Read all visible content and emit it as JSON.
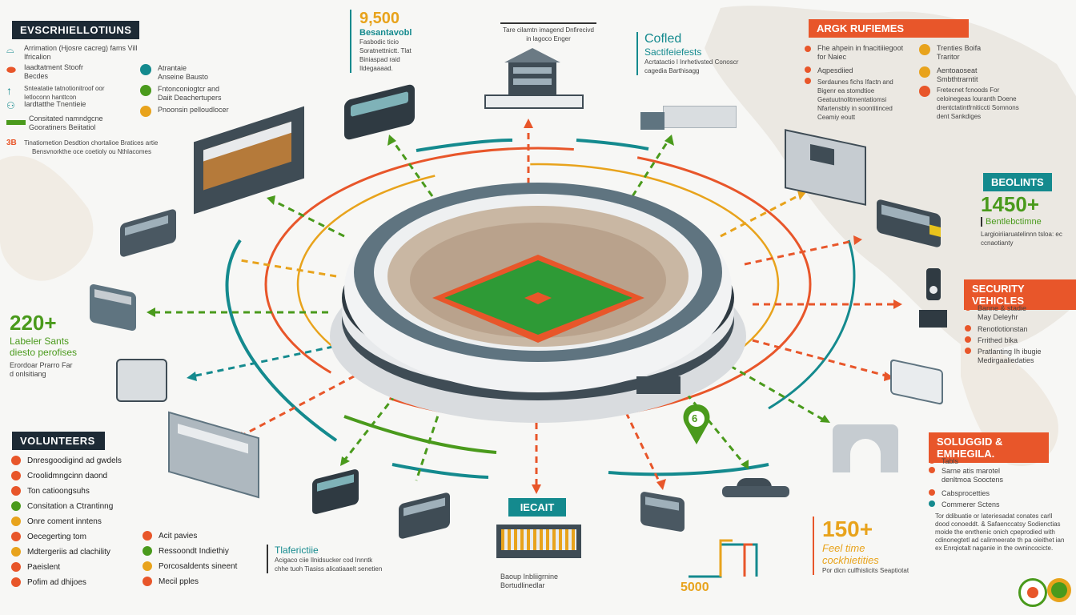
{
  "top_left": {
    "header": "EVSCRHIELLOTIUNS",
    "items": [
      {
        "icon": "bus-icon",
        "color": "#148a8e",
        "text": "Arrimation (Hjosre cacreg) fams Vill Ifricalion"
      },
      {
        "icon": "vehicle-icon",
        "color": "#e8562a",
        "text": "Iaadtatment Stoofr Becdes"
      },
      {
        "icon": "arrow-up-icon",
        "color": "#148a8e",
        "text": "Snteatatie tatnotionitroof oor Ietloconn hanttcon"
      },
      {
        "icon": "people-icon",
        "color": "#148a8e",
        "text": "Iardtatthe Tnentieie"
      },
      {
        "icon": "line-icon",
        "color": "#4a9a1c",
        "text": "Consitated namndgcne Gooratiners Beiitatiol"
      },
      {
        "icon": "flag-icon",
        "color": "#e8562a",
        "text": "Tinatiometion Desdtion chortalioe Bratices artie"
      }
    ],
    "extra": "Bensvnorkthe oce coetioly ou Nthlacomes"
  },
  "top_left_mid": [
    {
      "icon": "arrow-icon",
      "color": "#148a8e",
      "text": "Atrantaie Anseine Bausto"
    },
    {
      "icon": "check-icon",
      "color": "#4a9a1c",
      "text": "Fntonconiogtcr and Daiit Deachertupers"
    },
    {
      "icon": "dollar-icon",
      "color": "#e8a31c",
      "text": "Pnoonsin pelloudlocer"
    }
  ],
  "top_stat": {
    "value": "9,500",
    "label": "Besantavobl",
    "text": "Fasbodic ticio Soratnettnictt. Tlat Biniaspad raid Ildegaaaad."
  },
  "top_center": {
    "caption": "Tare cilamtn imagend Dnfirecivd in lagoco Enger"
  },
  "top_mid_right": {
    "title": "Cofled",
    "subtitle": "Sactifeiefests",
    "text": "Acrtatactio l Inrhetivsted Conoscr cagedia Barthisagg"
  },
  "top_right": {
    "header": "ARGK RUFIEMES",
    "items": [
      {
        "color": "#e8562a",
        "text": "Fhe ahpein in fnacitiiiegoot for Naiec"
      },
      {
        "color": "#e8562a",
        "text": "Aqpesdiied"
      },
      {
        "color": "#e8562a",
        "text": "Serdaunes fichs Ifactn and Bigenr ea stomdtioe Geatuutnolitmentatiomsi Nfartensbly in soontitinced Ceamiy eoutt"
      }
    ],
    "side": [
      {
        "color": "#e8a31c",
        "text": "Trenties Boifa Traritor"
      },
      {
        "color": "#e8a31c",
        "text": "Aentoaoseat Smbthtrarntit"
      },
      {
        "color": "#e8562a",
        "text": "Fretecnet fcnoods For celoinegeas louranth Doene drentctatintfrniticcti Somnons dent Sankdiges"
      }
    ]
  },
  "mid_right_stat": {
    "header": "BEOLINTS",
    "value": "1450+",
    "label": "Bentlebctimne",
    "text": "Largioiriiaruatelinnn tsloa: ec ccnaotianty"
  },
  "security": {
    "header": "SECURITY VEHICLES",
    "items": [
      {
        "color": "#e8562a",
        "text": "Banne & stadie May Deleyhr"
      },
      {
        "color": "#e8562a",
        "text": "Renotlotionstan"
      },
      {
        "color": "#e8562a",
        "text": "Frrithed bika"
      },
      {
        "color": "#e8562a",
        "text": "Pratlanting Ih ibugie Medirgaaliedaties"
      }
    ]
  },
  "left_stat": {
    "value": "220+",
    "label1": "Labeler Sants",
    "label2": "diesto perofises",
    "text": "Erordoar Prarro Far d onlsitiang"
  },
  "volunteers": {
    "header": "VOLUNTEERS",
    "col1": [
      {
        "color": "#e8562a",
        "text": "Dnresgoodigind ad gwdels"
      },
      {
        "color": "#e8562a",
        "text": "Croolidmngcinn daond"
      },
      {
        "color": "#e8562a",
        "text": "Ton catioongsuhs"
      },
      {
        "color": "#4a9a1c",
        "text": "Consitation a Ctrantinng"
      },
      {
        "color": "#e8a31c",
        "text": "Onre coment inntens"
      },
      {
        "color": "#e8562a",
        "text": "Oecegerting tom"
      },
      {
        "color": "#e8a31c",
        "text": "Mdtergeriis ad clachility"
      },
      {
        "color": "#e8562a",
        "text": "Paeislent"
      },
      {
        "color": "#e8562a",
        "text": "Pofim ad dhijoes"
      }
    ],
    "col2": [
      {
        "color": "#e8562a",
        "text": "Acit pavies"
      },
      {
        "color": "#4a9a1c",
        "text": "Ressoondt Indiethiy"
      },
      {
        "color": "#e8a31c",
        "text": "Porcosaldents sineent"
      },
      {
        "color": "#e8562a",
        "text": "Mecil pples"
      }
    ]
  },
  "bottom_left_label": {
    "title": "Tlaferictiie",
    "text": "Acigaco ciie Ilnidsucker cod Innntk chhe tuoh Tiasiss alicatiaaelt senetien"
  },
  "bottom_center": {
    "header": "IECAIT",
    "caption": "Baoup Inbliigrnine Bortudlinedlar"
  },
  "bottom_right": {
    "header": "SOLUGGID & EMHEGILA.",
    "items": [
      {
        "color": "#e8562a",
        "text": "Tabls"
      },
      {
        "color": "#e8562a",
        "text": "Sarne atis marotel denltmoa Sooctens"
      },
      {
        "color": "#e8562a",
        "text": "Cabsprocetties"
      },
      {
        "color": "#148a8e",
        "text": "Commerer Sctens"
      }
    ],
    "paragraph": "Tor ddibuatie or Iateriesadat conates carll dood conoeddt. & Safaenccatsy Sodienctias moide the enrthenic onich cpeprodied with cdinonegtetl ad calirmeerate th pa oieithet ian ex Enrqiotalt naganie in the ownincocicte.",
    "stat": {
      "value": "150+",
      "line1": "Feel time",
      "line2": "cockhietities",
      "text": "Por dicn culfhislicits Seaptiotat"
    },
    "bottom_number": "5000",
    "marker": "6"
  }
}
